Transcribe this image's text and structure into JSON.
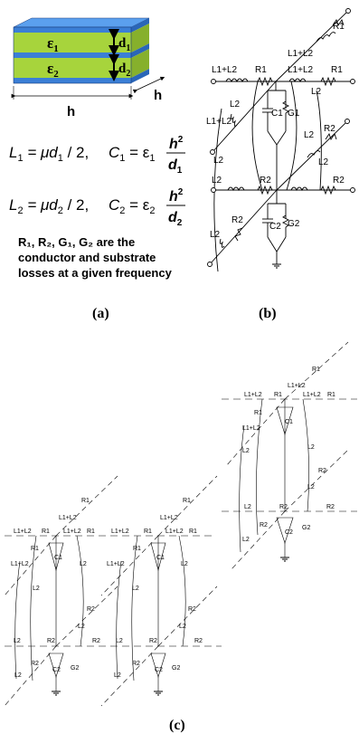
{
  "figure": {
    "panel_a": {
      "layers": {
        "eps1": "ε",
        "sub1": "1",
        "eps2": "ε",
        "sub2": "2",
        "d1": "d",
        "d1_sub": "1",
        "d2": "d",
        "d2_sub": "2"
      },
      "dims": {
        "h_bottom": "h",
        "h_side": "h"
      },
      "equations": {
        "eq1_lhs": "L",
        "eq1_lhs_sub": "1",
        "eq1_mid": " = μd",
        "eq1_mid_sub": "1",
        "eq1_tail": " / 2,",
        "eq1_c": "C",
        "eq1_c_sub": "1",
        "eq1_eq": " = ε",
        "eq1_eps_sub": "1",
        "eq1_num": "h",
        "eq1_num_sup": "2",
        "eq1_den": "d",
        "eq1_den_sub": "1",
        "eq2_lhs": "L",
        "eq2_lhs_sub": "2",
        "eq2_mid": " = μd",
        "eq2_mid_sub": "2",
        "eq2_tail": " / 2,",
        "eq2_c": "C",
        "eq2_c_sub": "2",
        "eq2_eq": " = ε",
        "eq2_eps_sub": "2",
        "eq2_num": "h",
        "eq2_num_sup": "2",
        "eq2_den": "d",
        "eq2_den_sub": "2"
      },
      "note_line1": "R₁, R₂, G₁, G₂ are the",
      "note_line2": "conductor and substrate",
      "note_line3": "losses at a given frequency",
      "caption": "(a)"
    },
    "panel_b": {
      "labels": {
        "r1_diag": "R1",
        "l1l2_diag": "L1+L2",
        "l1l2_left": "L1+L2",
        "r1_left": "R1",
        "l1l2_right": "L1+L2",
        "r1_right": "R1",
        "l2_a": "L2",
        "c1": "C1",
        "g1": "G1",
        "l1l2_lower": "L1+L2",
        "l2_b": "L2",
        "r2_diag": "R2",
        "l2_c": "L2",
        "l2_d": "L2",
        "l2_left": "L2",
        "r2_left": "R2",
        "r2_right": "R2",
        "l2_e": "L2",
        "r2_low": "R2",
        "c2": "C2",
        "g2": "G2",
        "l2_f": "L2"
      },
      "caption": "(b)"
    },
    "panel_c": {
      "labels": {
        "r1": "R1",
        "l1l2": "L1+L2",
        "l2": "L2",
        "c1": "C1",
        "g1": "G1",
        "r2": "R2",
        "c2": "C2",
        "g2": "G2"
      },
      "caption": "(c)"
    },
    "colors": {
      "blue_layer": "#3b7fd6",
      "green_layer": "#a7d43c",
      "dark": "#1a3a7a"
    }
  }
}
